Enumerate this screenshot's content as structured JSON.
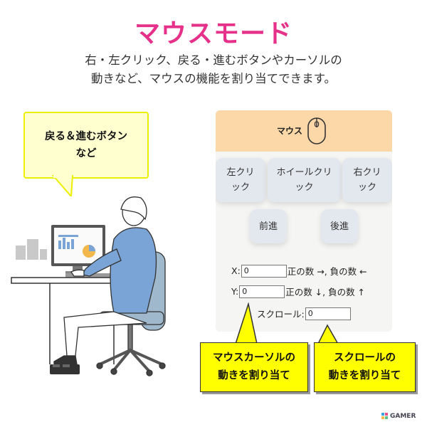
{
  "title": "マウスモード",
  "subtitle": {
    "line1": "右・左クリック、戻る・進むボタンやカーソルの",
    "line2": "動きなど、マウスの機能を割り当てできます。"
  },
  "bubble": {
    "line1": "戻る＆進むボタン",
    "line2": "など"
  },
  "panel": {
    "header_label": "マウス",
    "buttons": {
      "left_click": [
        "左クリ",
        "ック"
      ],
      "wheel_click": [
        "ホイールクリ",
        "ック"
      ],
      "right_click": [
        "右クリ",
        "ック"
      ],
      "forward": "前進",
      "back": "後進"
    },
    "x_row": {
      "label": "X:",
      "value": "0",
      "hint": "正の数 →, 負の数 ←"
    },
    "y_row": {
      "label": "Y:",
      "value": "0",
      "hint": "正の数 ↓, 負の数 ↑"
    },
    "scroll_row": {
      "label": "スクロール:",
      "value": "0"
    }
  },
  "callouts": {
    "cursor": [
      "マウスカーソルの",
      "動きを割り当て"
    ],
    "scroll": [
      "スクロールの",
      "動きを割り当て"
    ]
  },
  "watermark": "GAMER",
  "colors": {
    "title": "#e6318a",
    "bubble_fill": "#ffffd0",
    "bubble_border": "#eeee00",
    "panel_header": "#fcd8a8",
    "panel_bg": "#f5f5f4",
    "button": "#e3e8ef",
    "callout": "#ffff00",
    "chair": "#9fb8cc",
    "shirt": "#7aa3d6"
  }
}
